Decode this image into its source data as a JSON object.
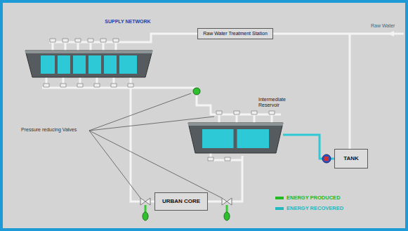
{
  "diagram": {
    "title": "SUPPLY NETWORK",
    "nodes": [
      {
        "text": [
          "Raw Water Treatment Station"
        ]
      },
      {
        "text": [
          "Intermediate Reservoir"
        ]
      },
      {
        "text": [
          "TANK"
        ]
      },
      {
        "text": [
          "URBAN CORE"
        ]
      }
    ],
    "edges": [
      {
        "from": 0,
        "to": 2,
        "arrow": "none"
      },
      {
        "from": 1,
        "to": 2,
        "arrow": "none"
      },
      {
        "from": 1,
        "to": 3,
        "arrow": "none"
      }
    ],
    "labels": [
      "Raw Water",
      "Pressure reducing Valves"
    ],
    "legend": [
      {
        "text": "ENERGY PRODUCED",
        "color": "#22bb22"
      },
      {
        "text": "ENERGY RECOVERED",
        "color": "#22b8c0"
      }
    ]
  }
}
